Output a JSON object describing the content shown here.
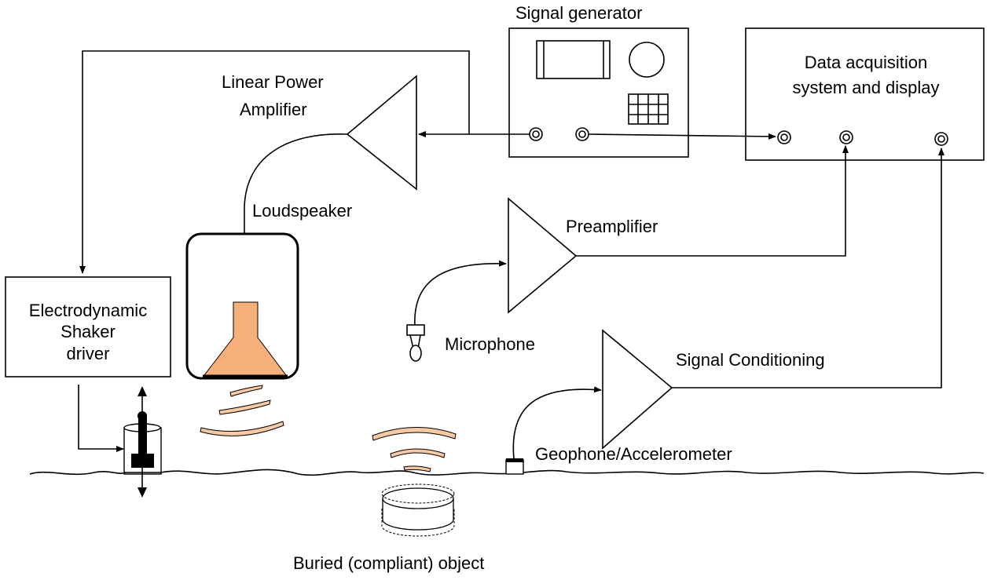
{
  "labels": {
    "signal_generator": "Signal generator",
    "daq_line1": "Data acquisition",
    "daq_line2": "system and display",
    "amp_line1": "Linear Power",
    "amp_line2": "Amplifier",
    "loudspeaker": "Loudspeaker",
    "preamplifier": "Preamplifier",
    "shaker_line1": "Electrodynamic",
    "shaker_line2": "Shaker",
    "shaker_line3": "driver",
    "microphone": "Microphone",
    "signal_conditioning": "Signal Conditioning",
    "geophone": "Geophone/Accelerometer",
    "buried_object": "Buried (compliant) object"
  },
  "colors": {
    "horn_fill": "#f8b07a",
    "wave_fill": "#f8c9a0",
    "line": "#000000"
  }
}
